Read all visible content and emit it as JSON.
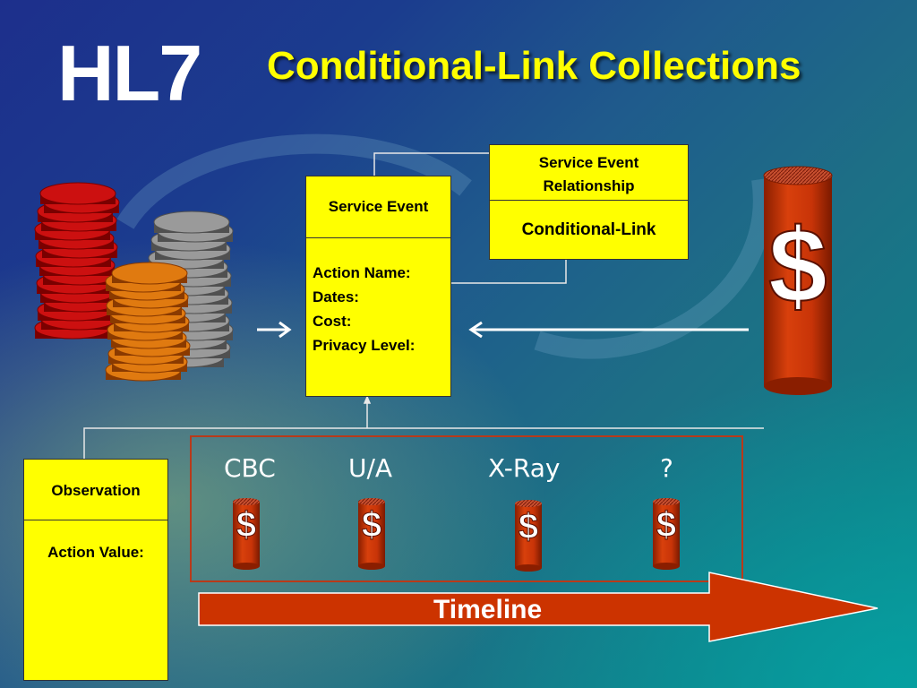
{
  "header": {
    "logo": "HL7",
    "title": "Conditional-Link Collections"
  },
  "service_event": {
    "header": "Service Event",
    "attributes": [
      "Action Name:",
      "Dates:",
      "Cost:",
      "Privacy Level:"
    ]
  },
  "relationship": {
    "header_line1": "Service Event",
    "header_line2": "Relationship",
    "link_label": "Conditional-Link"
  },
  "observation": {
    "header": "Observation",
    "value_label": "Action Value:"
  },
  "events": [
    {
      "label": "CBC"
    },
    {
      "label": "U/A"
    },
    {
      "label": "X-Ray"
    },
    {
      "label": "?"
    }
  ],
  "timeline": {
    "label": "Timeline"
  },
  "icons": {
    "dollar": "$",
    "red_coins": "red-coin-stack-icon",
    "gray_coins": "gray-coin-stack-icon",
    "orange_coins": "orange-coin-stack-icon",
    "big_can": "dollar-cylinder-icon"
  },
  "colors": {
    "title": "#ffff00",
    "box_fill": "#ffff00",
    "cylinder": "#cc3300",
    "arrow": "#cc3300",
    "event_frame": "#b83a1a"
  }
}
